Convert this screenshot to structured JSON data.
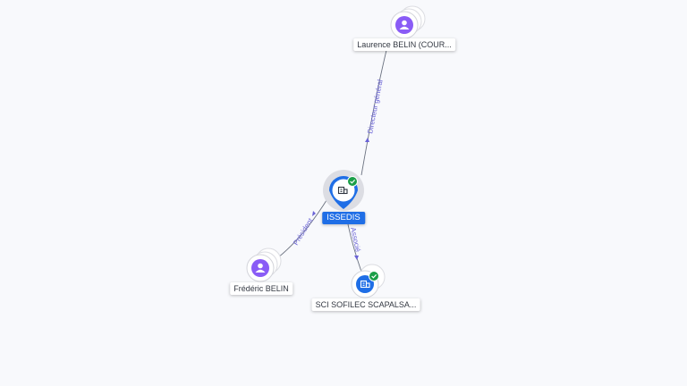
{
  "colors": {
    "background": "#f8f9fc",
    "person": "#8a5cf6",
    "company": "#1f6ee6",
    "verified": "#1a9e47",
    "edge_label": "#6a63d6",
    "edge_line": "#6b7280"
  },
  "nodes": [
    {
      "id": "issedis",
      "label": "ISSEDIS",
      "kind": "company",
      "primary": true,
      "verified": true,
      "icon": "building-icon"
    },
    {
      "id": "laurence",
      "label": "Laurence BELIN (COUR...",
      "kind": "person",
      "icon": "person-icon"
    },
    {
      "id": "frederic",
      "label": "Frédéric BELIN",
      "kind": "person",
      "icon": "person-icon"
    },
    {
      "id": "sci",
      "label": "SCI SOFILEC SCAPALSA...",
      "kind": "company",
      "verified": true,
      "icon": "building-icon"
    }
  ],
  "edges": [
    {
      "id": "e-laurence",
      "from": "laurence",
      "to": "issedis",
      "label": "Directeur général"
    },
    {
      "id": "e-frederic",
      "from": "frederic",
      "to": "issedis",
      "label": "Président"
    },
    {
      "id": "e-sci",
      "from": "issedis",
      "to": "sci",
      "label": "Associé"
    }
  ]
}
